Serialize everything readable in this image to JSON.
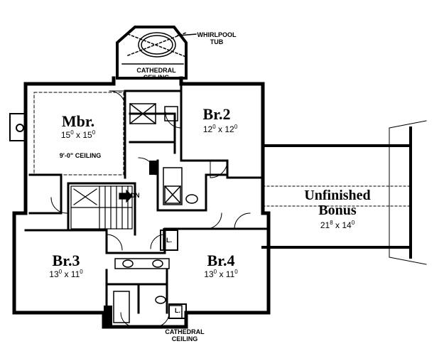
{
  "plan": {
    "rooms": {
      "mbr": {
        "name": "Mbr.",
        "w": "15",
        "h": "15",
        "ceiling": "9'-0\" CEILING"
      },
      "br2": {
        "name": "Br.2",
        "w": "12",
        "h": "12"
      },
      "br3": {
        "name": "Br.3",
        "w": "13",
        "h": "11"
      },
      "br4": {
        "name": "Br.4",
        "w": "13",
        "h": "11"
      },
      "bonus": {
        "line1": "Unfinished",
        "line2": "Bonus",
        "w": "21",
        "wsup": "8",
        "h": "14"
      }
    },
    "labels": {
      "whirlpool1": "WHIRLPOOL",
      "whirlpool2": "TUB",
      "cathedral_top1": "CATHEDRAL",
      "cathedral_top2": "CEILING",
      "cathedral_bot1": "CATHEDRAL",
      "cathedral_bot2": "CEILING",
      "stairs_dn": "DN",
      "linen_a": "L.",
      "linen_b": "L."
    },
    "superscript_zero": "0",
    "times": "x"
  }
}
